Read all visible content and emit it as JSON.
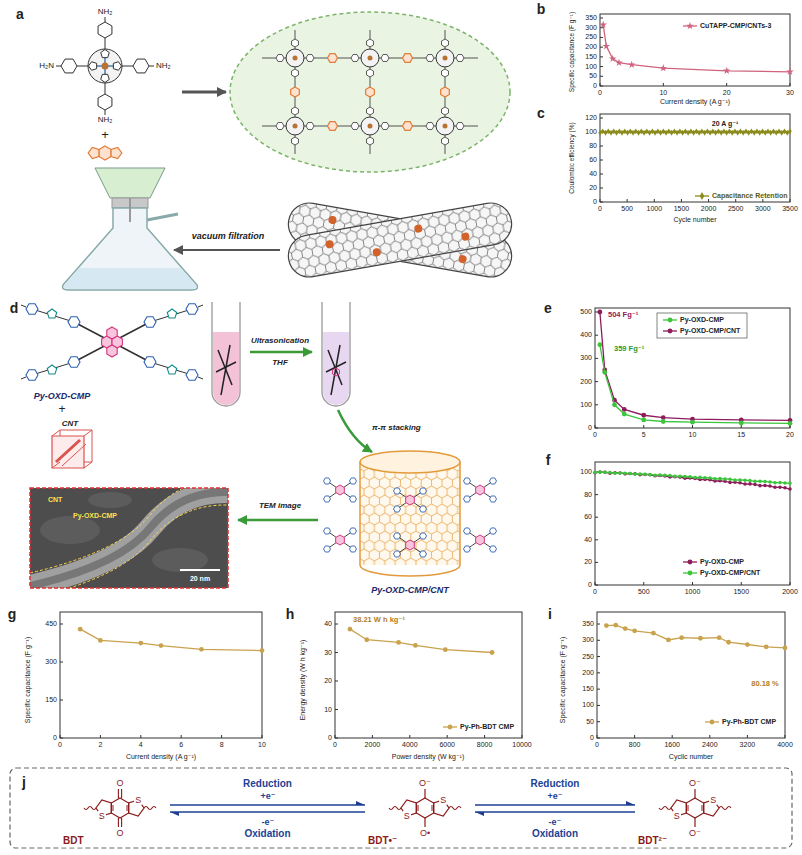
{
  "diagram": {
    "nodes": [
      {
        "text": [
          "O",
          "S",
          "S",
          "O",
          "BDT"
        ]
      },
      {
        "text": [
          "O⁻",
          "S",
          "S",
          "O•",
          "BDT•⁻"
        ]
      },
      {
        "text": [
          "O⁻",
          "S",
          "S",
          "O⁻",
          "BDT²⁻"
        ]
      }
    ],
    "edges": [
      {
        "from": 0,
        "to": 1,
        "arrow": "to",
        "label": "Reduction"
      },
      {
        "from": 1,
        "to": 0,
        "arrow": "to",
        "label": "Oxidation"
      },
      {
        "from": 1,
        "to": 2,
        "arrow": "to",
        "label": "Reduction"
      },
      {
        "from": 2,
        "to": 1,
        "arrow": "to",
        "label": "Oxidation"
      }
    ],
    "labels": [
      "a",
      "b",
      "c",
      "d",
      "e",
      "f",
      "g",
      "h",
      "i",
      "j",
      "H₂N",
      "NH₂",
      "NH₂",
      "NH₂",
      "+",
      "vacuum filtration",
      "0",
      "50",
      "100",
      "150",
      "200",
      "250",
      "300",
      "350",
      "0",
      "10",
      "20",
      "30",
      "Specific capacitance (F g⁻¹)",
      "Current density (A g⁻¹)",
      "0",
      "20",
      "40",
      "60",
      "80",
      "100",
      "120",
      "0",
      "500",
      "1000",
      "1500",
      "2000",
      "2500",
      "3000",
      "3500",
      "Coulombic efficiency (%)",
      "Cycle number",
      "20 A g⁻¹",
      "Py-OXD-CMP",
      "+",
      "CNT",
      "Ultrasonication",
      "THF",
      "π-π stacking",
      "TEM image",
      "CNT",
      "Py-OXD-CMP",
      "20 nm",
      "Py-OXD-CMP/CNT",
      "0",
      "100",
      "200",
      "300",
      "400",
      "500",
      "0",
      "5",
      "10",
      "15",
      "20",
      "504 Fg⁻¹",
      "359 Fg⁻¹",
      "0",
      "20",
      "40",
      "60",
      "80",
      "100",
      "0",
      "500",
      "1000",
      "1500",
      "2000",
      "0",
      "150",
      "300",
      "450",
      "0",
      "2",
      "4",
      "6",
      "8",
      "10",
      "Specific capacitance (F g⁻¹)",
      "Current density (A g⁻¹)",
      "0",
      "10",
      "20",
      "30",
      "40",
      "0",
      "2000",
      "4000",
      "6000",
      "8000",
      "10000",
      "Energy density (W h kg⁻¹)",
      "Power density (W kg⁻¹)",
      "38.21 W h kg⁻¹",
      "0",
      "50",
      "100",
      "150",
      "200",
      "250",
      "300",
      "350",
      "0",
      "800",
      "1600",
      "2400",
      "3200",
      "4000",
      "Specific capacitance (F g⁻¹)",
      "Cyclic number",
      "80.18 %",
      "+e⁻",
      "-e⁻",
      "+e⁻",
      "-e⁻"
    ],
    "legend": [
      {
        "text": "CuTAPP-CMP/CNTs-3"
      },
      {
        "text": "Capacitance Retention"
      },
      {
        "text": "Py-OXD-CMP"
      },
      {
        "text": "Py-OXD-CMP/CNT"
      },
      {
        "text": "Py-OXD-CMP"
      },
      {
        "text": "Py-OXD-CMP/CNT"
      },
      {
        "text": "Py-Ph-BDT CMP"
      },
      {
        "text": "Py-Ph-BDT CMP"
      }
    ]
  }
}
